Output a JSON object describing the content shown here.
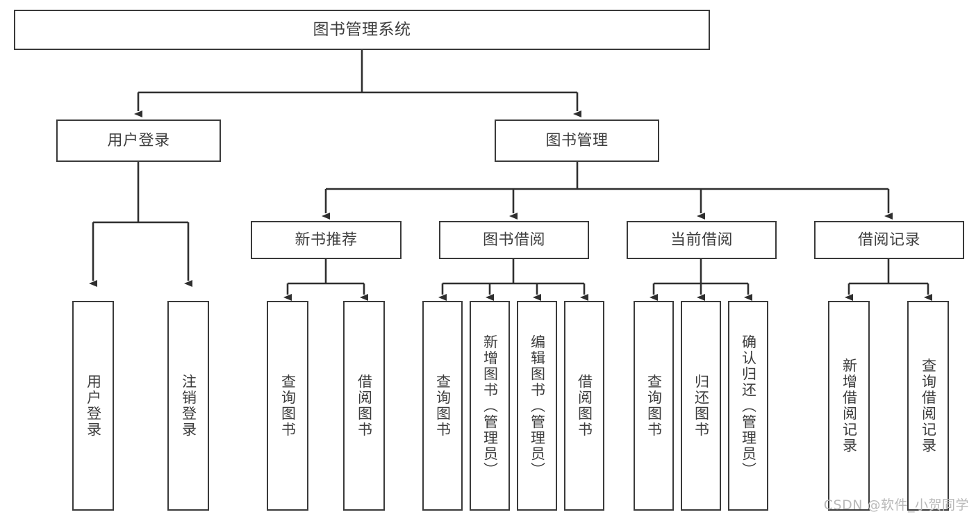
{
  "diagram": {
    "type": "tree-hierarchy-chart",
    "title": "图书管理系统",
    "colors": {
      "box_border": "#3a3a3a",
      "box_fill": "#ffffff",
      "text": "#3d3d3d",
      "connector": "#2f2f2f",
      "watermark": "#b9b9b9",
      "background": "#ffffff"
    },
    "root": {
      "label": "图书管理系统"
    },
    "level2": [
      {
        "label": "用户登录"
      },
      {
        "label": "图书管理"
      }
    ],
    "level3": [
      {
        "label": "新书推荐"
      },
      {
        "label": "图书借阅"
      },
      {
        "label": "当前借阅"
      },
      {
        "label": "借阅记录"
      }
    ],
    "leaves": {
      "user_login": [
        {
          "label": "用户登录"
        },
        {
          "label": "注销登录"
        }
      ],
      "new_book_recommend": [
        {
          "label": "查询图书"
        },
        {
          "label": "借阅图书"
        }
      ],
      "book_borrow": [
        {
          "label": "查询图书"
        },
        {
          "label": "新增图书（管理员）"
        },
        {
          "label": "编辑图书（管理员）"
        },
        {
          "label": "借阅图书"
        }
      ],
      "current_borrow": [
        {
          "label": "查询图书"
        },
        {
          "label": "归还图书"
        },
        {
          "label": "确认归还（管理员）"
        }
      ],
      "borrow_record": [
        {
          "label": "新增借阅记录"
        },
        {
          "label": "查询借阅记录"
        }
      ]
    }
  },
  "watermark": {
    "text": "CSDN @软件_小贺同学"
  }
}
